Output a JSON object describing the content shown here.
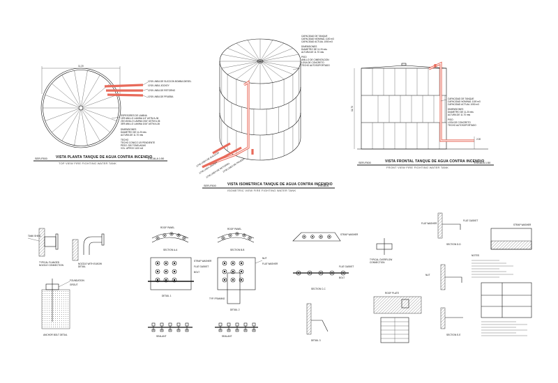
{
  "drawing_meta": {
    "scale_note": "ESCALA 1:50",
    "dim_top_width": "11.20",
    "dim_height": "11.70",
    "dim_nozzle": "2.00"
  },
  "plan_view": {
    "title": "VISTA PLANTA TANQUE DE AGUA CONTRA INCENDIO",
    "subtitle": "TOP VIEW   FIRE FIGHTING WATER TANK",
    "code_left": "SER-F500",
    "code_right": "ESCALA 1:50",
    "pipe_labels": [
      "10\"Ø LINEA DE SUCCION BOMBA DIESEL",
      "10\"Ø LINEA JOCKEY",
      "10\"Ø LINEA DE RETORNO",
      "10\"Ø LINEA DE PRUEBA"
    ],
    "spec_block": [
      "ESPESORES DE LAMINA",
      "1ER ANILLO LAMINA 1/4\" ASTM A-36",
      "2DO ANILLO LAMINA 3/16\" ASTM A-36",
      "3ER ANILLO LAMINA 3/16\" ASTM A-36",
      "DIMENSIONES",
      "DIAMETRO DE 11.20 mts",
      "ALTURA DE 11.70 mts",
      "TECHO",
      "TECHO CONICO 1/5 PENDIENTE",
      "PESO: 330 TONELADAS",
      "VOL. APROX 1100 m3"
    ]
  },
  "iso_view": {
    "title": "VISTA ISOMETRICA TANQUE DE AGUA CONTRA INCENDIO",
    "subtitle": "ISOMETRIC VIEW   FIRE FIGHTING WATER TANK",
    "code_left": "SER-F500",
    "code_right": "ESCALA",
    "info_block": [
      "CAPACIDAD DE TANQUE",
      "CAPACIDAD NOMINAL 1100 m3",
      "CAPACIDAD ACTUAL 1050 m3",
      "DIMENSIONES",
      "DIAMETRO DE 11.20 mts",
      "ALTURA DE 11.70 mts",
      "PISO",
      "ANILLO DE CIMENTACION",
      "LOSA DE CONCRETO",
      "TECHO AUTOSOPORTADO"
    ],
    "pipe_labels": [
      "10\"Ø LINEA DE SUCCION",
      "10\"Ø LINEA JOCKEY",
      "10\"Ø LINEA DE RETORNO",
      "10\"Ø LINEA DE PRUEBA"
    ]
  },
  "front_view": {
    "title": "VISTA FRONTAL TANQUE DE AGUA CONTRA INCENDIO",
    "subtitle": "FRONT VIEW   FIRE FIGHTING WATER TANK",
    "code_left": "SER-F500",
    "code_right": "ESCALA 1:50",
    "info_block": [
      "CAPACIDAD DE TANQUE",
      "CAPACIDAD NOMINAL 1100 m3",
      "CAPACIDAD ACTUAL 1050 m3",
      "DIMENSIONES",
      "DIAMETRO DE 11.20 mts",
      "ALTURA DE 11.70 mts",
      "PISO",
      "LOSA DE CONCRETO",
      "TECHO AUTOSOPORTADO"
    ]
  },
  "details": {
    "d1_title": "TYPICAL FLANGED",
    "d1_sub": "NOZZLE CONNECTION",
    "d2_title": "NOZZLE WITH ELBOW",
    "d2_sub": "DETAIL",
    "d3_title": "ANCHOR BOLT DETAIL",
    "d4_title": "DETAIL 1",
    "d4b_title": "SECTION A-A",
    "d5_title": "DETAIL 2",
    "d5b_title": "SECTION B-B",
    "d6_title": "TYP. FRAMING",
    "d7_title": "SECTION C-C",
    "d8_title": "DETAIL 3",
    "d9_title": "TYPICAL OVERFLOW",
    "d9_sub": "CONNECTION",
    "d10_title": "ROOF PLATE",
    "d11_title": "SECTION D-D",
    "d12_title": "NOTES",
    "d13_title": "SECTION E-E",
    "labels": [
      "STRAP WASHER",
      "FLAT GASKET",
      "ROOF PANEL",
      "BOLT",
      "NUT",
      "SEALANT",
      "FLAT WASHER",
      "TANK SHELL",
      "FOUNDATION",
      "GROUT"
    ]
  },
  "colors": {
    "line": "#111111",
    "pipe": "#e86a5a",
    "background": "#ffffff"
  }
}
